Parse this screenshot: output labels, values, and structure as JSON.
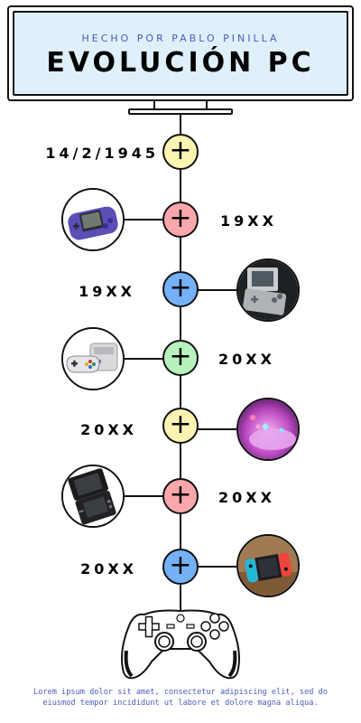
{
  "header": {
    "subtitle": "HECHO POR PABLO PINILLA",
    "title": "EVOLUCIÓN PC"
  },
  "timeline": [
    {
      "date": "14/2/1945",
      "date_side": "left",
      "node_color": "#fdf4b3",
      "image": null
    },
    {
      "date": "19XX",
      "date_side": "right",
      "node_color": "#f9a7aa",
      "image": "gameboy-advance-icon"
    },
    {
      "date": "19XX",
      "date_side": "left",
      "node_color": "#74b1f8",
      "image": "gameboy-advance-sp-icon"
    },
    {
      "date": "20XX",
      "date_side": "right",
      "node_color": "#b7f2bd",
      "image": "snes-console-icon"
    },
    {
      "date": "20XX",
      "date_side": "left",
      "node_color": "#fdf4b3",
      "image": "purple-controller-icon"
    },
    {
      "date": "20XX",
      "date_side": "right",
      "node_color": "#f9a7aa",
      "image": "nintendo-ds-icon"
    },
    {
      "date": "20XX",
      "date_side": "left",
      "node_color": "#74b1f8",
      "image": "nintendo-switch-icon"
    }
  ],
  "footer": {
    "line1": "Lorem ipsum dolor sit amet, consectetur adipiscing elit, sed do",
    "line2": "eiusmod tempor incididunt ut labore et dolore magna aliqua."
  },
  "colors": {
    "accent_text": "#4a5bbd",
    "screen": "#dff0fb",
    "yellow": "#fdf4b3",
    "red": "#f9a7aa",
    "blue": "#74b1f8",
    "green": "#b7f2bd"
  }
}
